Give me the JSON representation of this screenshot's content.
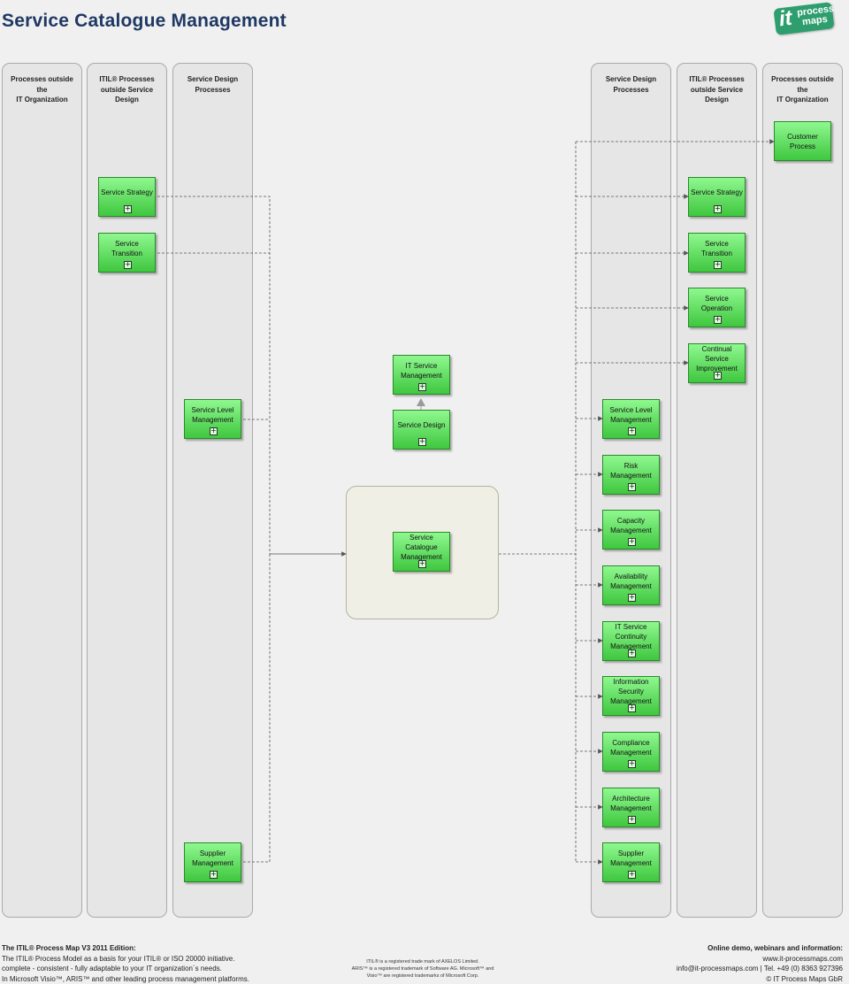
{
  "title": "Service Catalogue Management",
  "logo": {
    "it": "it",
    "line1": "process",
    "line2": "maps"
  },
  "lanes": [
    {
      "id": "l1",
      "title": "Processes outside\nthe\nIT Organization"
    },
    {
      "id": "l2",
      "title": "ITIL® Processes\noutside Service\nDesign"
    },
    {
      "id": "l3",
      "title": "Service Design\nProcesses"
    },
    {
      "id": "l4",
      "title": "Service Design\nProcesses"
    },
    {
      "id": "l5",
      "title": "ITIL® Processes\noutside Service\nDesign"
    },
    {
      "id": "l6",
      "title": "Processes outside\nthe\nIT Organization"
    }
  ],
  "boxes": {
    "in_strategy": {
      "label": "Service Strategy",
      "plus": "+"
    },
    "in_transition": {
      "label": "Service\nTransition",
      "plus": "+"
    },
    "in_slm": {
      "label": "Service Level\nManagement",
      "plus": "+"
    },
    "in_supplier": {
      "label": "Supplier\nManagement",
      "plus": "+"
    },
    "itsm": {
      "label": "IT Service\nManagement",
      "plus": "+"
    },
    "service_design": {
      "label": "Service Design",
      "plus": "+"
    },
    "scm": {
      "label": "Service\nCatalogue\nManagement",
      "plus": "+"
    },
    "out_customer": {
      "label": "Customer\nProcess"
    },
    "out_strategy": {
      "label": "Service Strategy",
      "plus": "+"
    },
    "out_transition": {
      "label": "Service\nTransition",
      "plus": "+"
    },
    "out_operation": {
      "label": "Service\nOperation",
      "plus": "+"
    },
    "out_csi": {
      "label": "Continual\nService\nImprovement",
      "plus": "+"
    },
    "out_slm": {
      "label": "Service Level\nManagement",
      "plus": "+"
    },
    "out_risk": {
      "label": "Risk\nManagement",
      "plus": "+"
    },
    "out_capacity": {
      "label": "Capacity\nManagement",
      "plus": "+"
    },
    "out_availability": {
      "label": "Availability\nManagement",
      "plus": "+"
    },
    "out_itscm": {
      "label": "IT Service\nContinuity\nManagement",
      "plus": "+"
    },
    "out_security": {
      "label": "Information\nSecurity\nManagement",
      "plus": "+"
    },
    "out_compliance": {
      "label": "Compliance\nManagement",
      "plus": "+"
    },
    "out_architecture": {
      "label": "Architecture\nManagement",
      "plus": "+"
    },
    "out_supplier": {
      "label": "Supplier\nManagement",
      "plus": "+"
    }
  },
  "footer": {
    "left_heading": "The ITIL® Process Map V3 2011 Edition:",
    "left_line1": "The ITIL® Process Model as a basis for your ITIL® or ISO 20000 initiative.",
    "left_line2": "complete - consistent - fully adaptable to your IT organization´s needs.",
    "left_line3": "In Microsoft Visio™, ARIS™ and other leading process management platforms.",
    "center_line1": "ITIL® is a registered trade mark of AXELOS Limited.",
    "center_line2": "ARIS™ is a  registered trademark of Software AG. Microsoft™ and",
    "center_line3": "Visio™ are registered trademarks of Microsoft Corp.",
    "right_heading": "Online demo, webinars and information:",
    "right_line1": "www.it-processmaps.com",
    "right_line2": "info@it-processmaps.com  |  Tel. +49 (0) 8363 927396",
    "right_line3": "© IT Process Maps GbR"
  }
}
